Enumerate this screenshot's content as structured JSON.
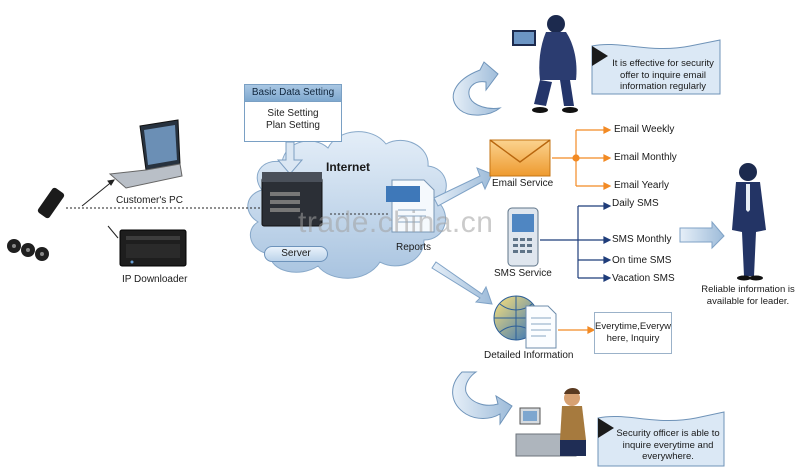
{
  "cloud": {
    "title": "Internet"
  },
  "basic_setting": {
    "title": "Basic Data Setting",
    "line1": "Site Setting",
    "line2": "Plan Setting"
  },
  "server": {
    "label": "Server"
  },
  "reports": {
    "label": "Reports"
  },
  "customers_pc": {
    "label": "Customer's PC"
  },
  "ip_downloader": {
    "label": "IP Downloader"
  },
  "email_service": {
    "label": "Email Service",
    "items": [
      "Email Weekly",
      "Email Monthly",
      "Email Yearly"
    ]
  },
  "sms_service": {
    "label": "SMS Service",
    "items": [
      "Daily SMS",
      "SMS Monthly",
      "On time SMS",
      "Vacation SMS"
    ]
  },
  "detailed_info": {
    "label": "Detailed Information",
    "box_line1": "Everytime,Everyw",
    "box_line2": "here, Inquiry"
  },
  "callout_top": {
    "line1": "It is effective for security",
    "line2": "offer to inquire email",
    "line3": "information regularly"
  },
  "callout_bottom": {
    "line1": "Security officer is able to",
    "line2": "inquire everytime and",
    "line3": "everywhere."
  },
  "leader": {
    "line1": "Reliable information is",
    "line2": "available for leader."
  },
  "watermark": "trade.china.cn",
  "colors": {
    "accent_blue": "#6f9cc9",
    "orange": "#f28a24",
    "navy": "#1d2d55"
  }
}
